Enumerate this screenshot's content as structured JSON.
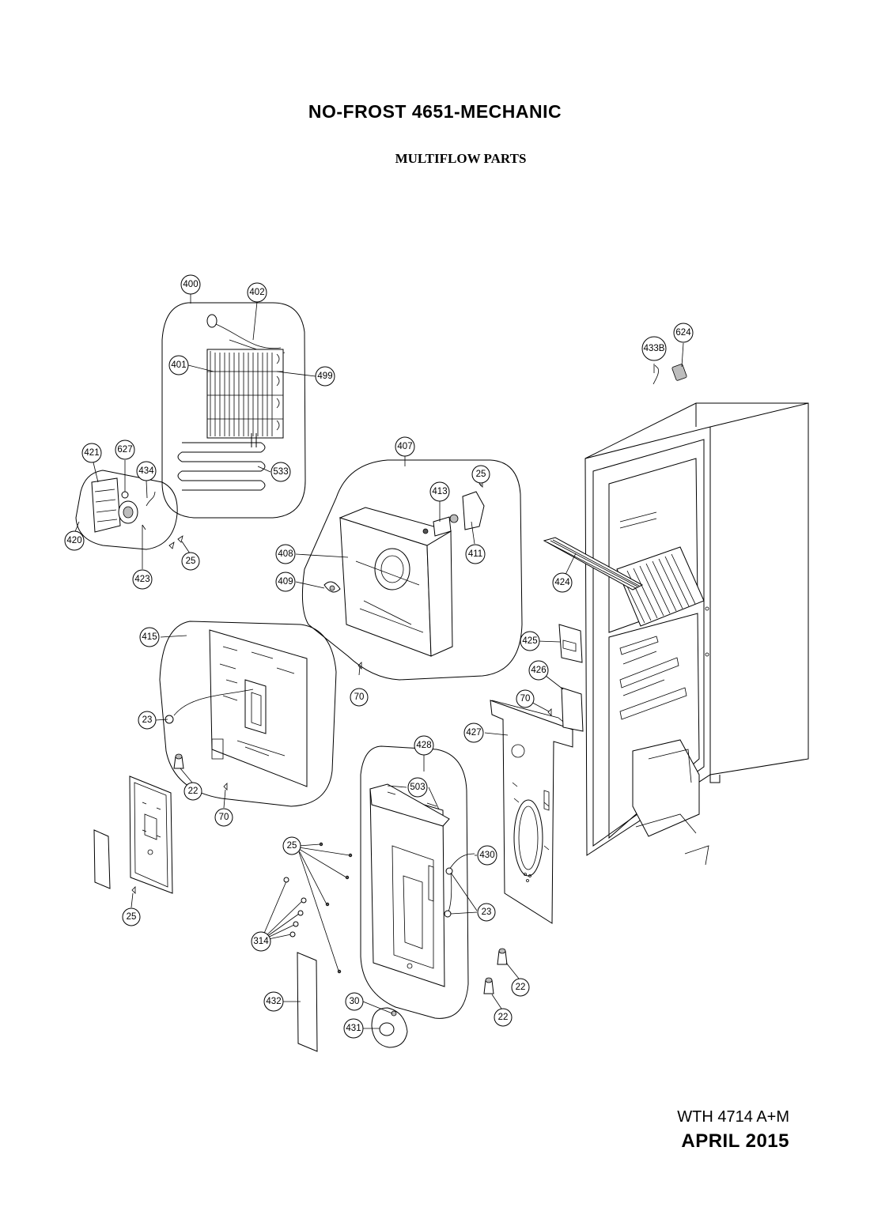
{
  "header": {
    "title": "NO-FROST  4651-MECHANIC",
    "subtitle": "MULTIFLOW PARTS"
  },
  "footer": {
    "model": "WTH 4714 A+M",
    "date": "APRIL  2015"
  },
  "callouts": [
    "400",
    "402",
    "401",
    "499",
    "533",
    "433B",
    "624",
    "421",
    "627",
    "434",
    "420",
    "423",
    "25",
    "407",
    "413",
    "411",
    "408",
    "409",
    "424",
    "415",
    "425",
    "426",
    "70",
    "23",
    "427",
    "428",
    "503",
    "22",
    "430",
    "314",
    "432",
    "30",
    "431"
  ]
}
